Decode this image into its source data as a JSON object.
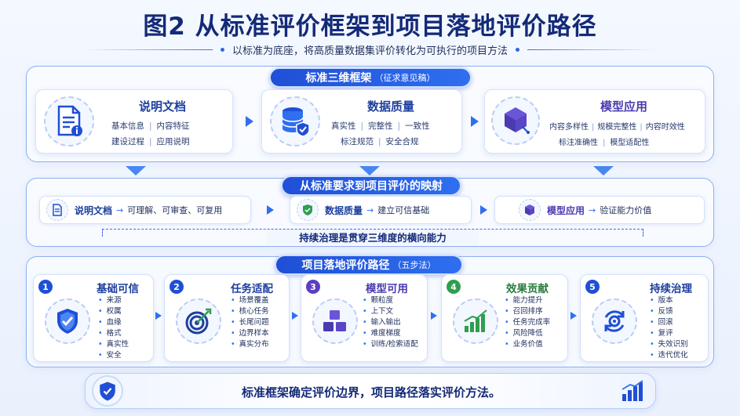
{
  "header": {
    "title": "图2 从标准评价框架到项目落地评价路径",
    "subtitle": "以标准为底座，将高质量数据集评价转化为可执行的项目方法"
  },
  "framework": {
    "pill_label": "标准三维框架",
    "pill_note": "（征求意见稿）",
    "cards": [
      {
        "title": "说明文档",
        "icon": "document-info-icon",
        "tags_row1": [
          "基本信息",
          "内容特征"
        ],
        "tags_row2": [
          "建设过程",
          "应用说明"
        ]
      },
      {
        "title": "数据质量",
        "icon": "database-shield-icon",
        "tags_row1": [
          "真实性",
          "完整性",
          "一致性"
        ],
        "tags_row2": [
          "标注规范",
          "安全合规"
        ]
      },
      {
        "title": "模型应用",
        "icon": "cube-icon",
        "tags_row1": [
          "内容多样性",
          "规模完整性",
          "内容时效性"
        ],
        "tags_row2": [
          "标注准确性",
          "模型适配性"
        ]
      }
    ]
  },
  "mapping": {
    "pill_label": "从标准要求到项目评价的映射",
    "items": [
      {
        "label": "说明文档",
        "arrow": "→",
        "text": "可理解、可审查、可复用"
      },
      {
        "label": "数据质量",
        "arrow": "→",
        "text": "建立可信基础"
      },
      {
        "label": "模型应用",
        "arrow": "→",
        "text": "验证能力价值"
      }
    ],
    "governance_note": "持续治理是贯穿三维度的横向能力"
  },
  "path": {
    "pill_label": "项目落地评价路径",
    "pill_note": "（五步法）",
    "steps": [
      {
        "num": "1",
        "title": "基础可信",
        "items": [
          "来源",
          "权属",
          "血缘",
          "格式",
          "真实性",
          "安全"
        ]
      },
      {
        "num": "2",
        "title": "任务适配",
        "items": [
          "场景覆盖",
          "核心任务",
          "长尾问题",
          "边界样本",
          "真实分布"
        ]
      },
      {
        "num": "3",
        "title": "模型可用",
        "items": [
          "颗粒度",
          "上下文",
          "输入输出",
          "难度梯度",
          "训练/检索适配"
        ]
      },
      {
        "num": "4",
        "title": "效果贡献",
        "items": [
          "能力提升",
          "召回排序",
          "任务完成率",
          "风险降低",
          "业务价值"
        ]
      },
      {
        "num": "5",
        "title": "持续治理",
        "items": [
          "版本",
          "反馈",
          "回滚",
          "复评",
          "失效识别",
          "迭代优化"
        ]
      }
    ]
  },
  "footer": {
    "text": "标准框架确定评价边界，项目路径落实评价方法。"
  },
  "colors": {
    "primary": "#1f4fd6",
    "accent": "#2f6ff0",
    "title": "#142a78",
    "green": "#2e9e4f",
    "purple": "#5b3fc0"
  }
}
